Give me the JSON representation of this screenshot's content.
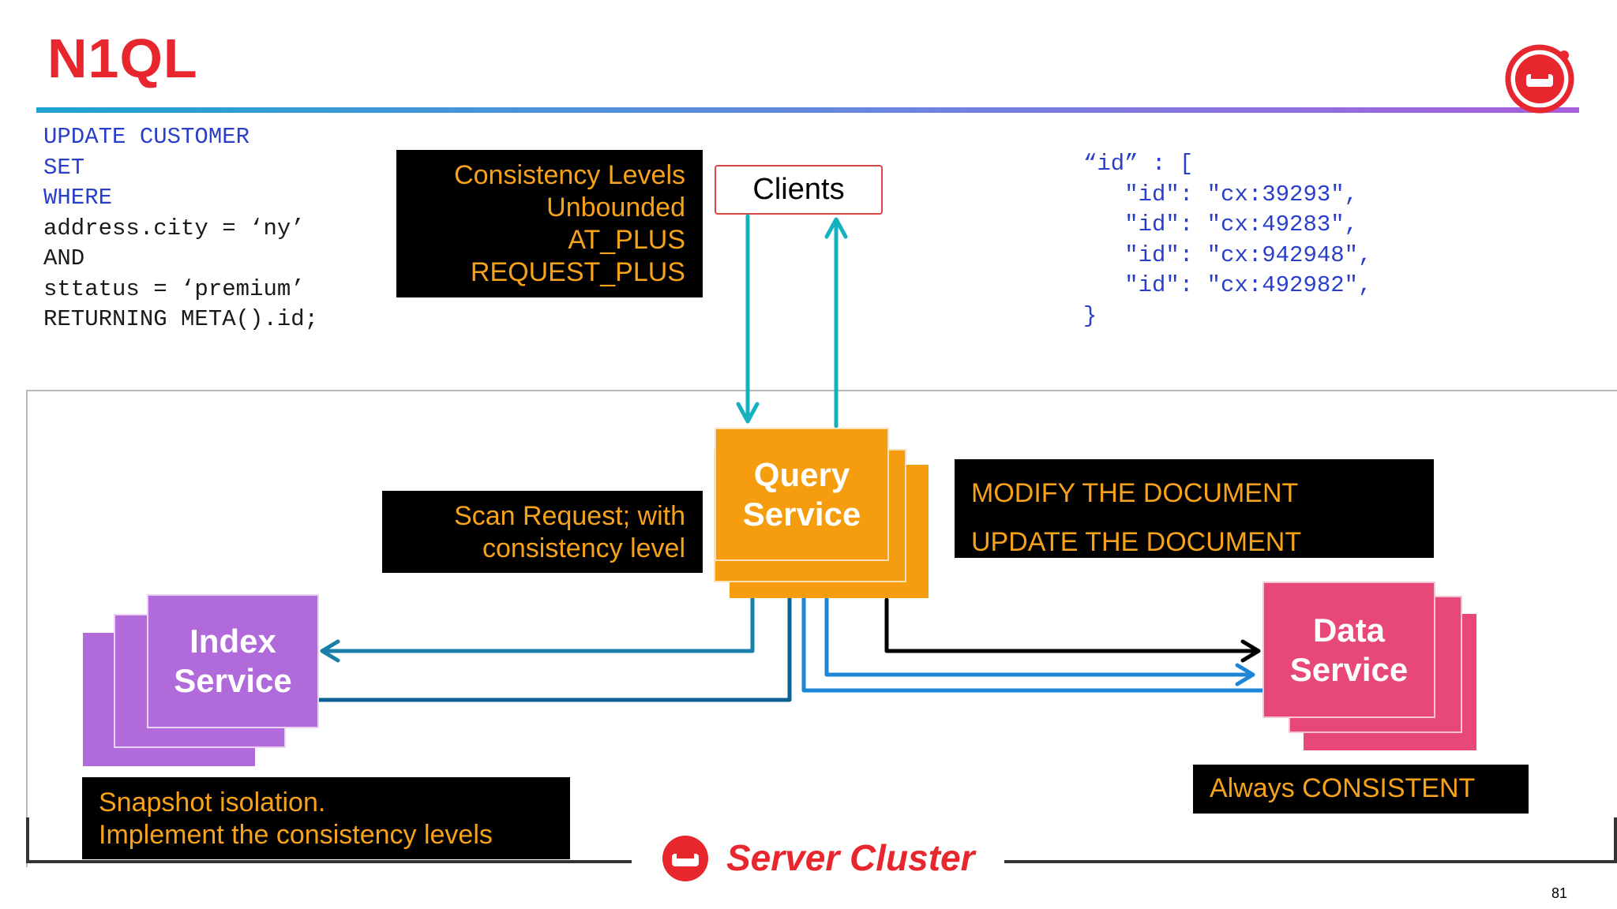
{
  "slide": {
    "title": "N1QL",
    "page_number": "81"
  },
  "code_left": {
    "lines": [
      {
        "text": "UPDATE CUSTOMER",
        "keyword": true
      },
      {
        "text": "SET",
        "keyword": true
      },
      {
        "text": "WHERE",
        "keyword": true
      },
      {
        "text": "address.city = ‘ny’",
        "keyword": false
      },
      {
        "text": "AND",
        "keyword": false
      },
      {
        "text": "sttatus = ‘premium’",
        "keyword": false
      },
      {
        "text": "RETURNING META().id;",
        "keyword": false
      }
    ]
  },
  "code_right": {
    "open": "“id” : [",
    "entries": [
      "″id\": ″cx:39293\",",
      "″id\": ″cx:49283\",",
      "″id\": ″cx:942948\",",
      "″id\": ″cx:492982″,"
    ],
    "close": "}"
  },
  "consistency_box": {
    "lines": [
      "Consistency Levels",
      "Unbounded",
      "AT_PLUS",
      "REQUEST_PLUS"
    ]
  },
  "clients": {
    "label": "Clients"
  },
  "query_service": {
    "line1": "Query",
    "line2": "Service"
  },
  "index_service": {
    "line1": "Index",
    "line2": "Service"
  },
  "data_service": {
    "line1": "Data",
    "line2": "Service"
  },
  "scan_box": {
    "line1": "Scan Request; with",
    "line2": "consistency level"
  },
  "modify_box": {
    "line1": "MODIFY THE DOCUMENT",
    "line2": "UPDATE THE DOCUMENT"
  },
  "snapshot_box": {
    "line1": "Snapshot isolation.",
    "line2": "Implement the consistency levels"
  },
  "always_box": {
    "label": "Always CONSISTENT"
  },
  "footer": {
    "label": "Server Cluster"
  },
  "colors": {
    "brand_red": "#e8262d",
    "query_orange": "#f59c0f",
    "index_purple": "#b06ad9",
    "data_pink": "#e84878",
    "annotation_text": "#f6a21b",
    "arrow_teal": "#14b2c0",
    "arrow_dark_blue": "#0e6fa4",
    "arrow_light_blue": "#1e86d6"
  }
}
